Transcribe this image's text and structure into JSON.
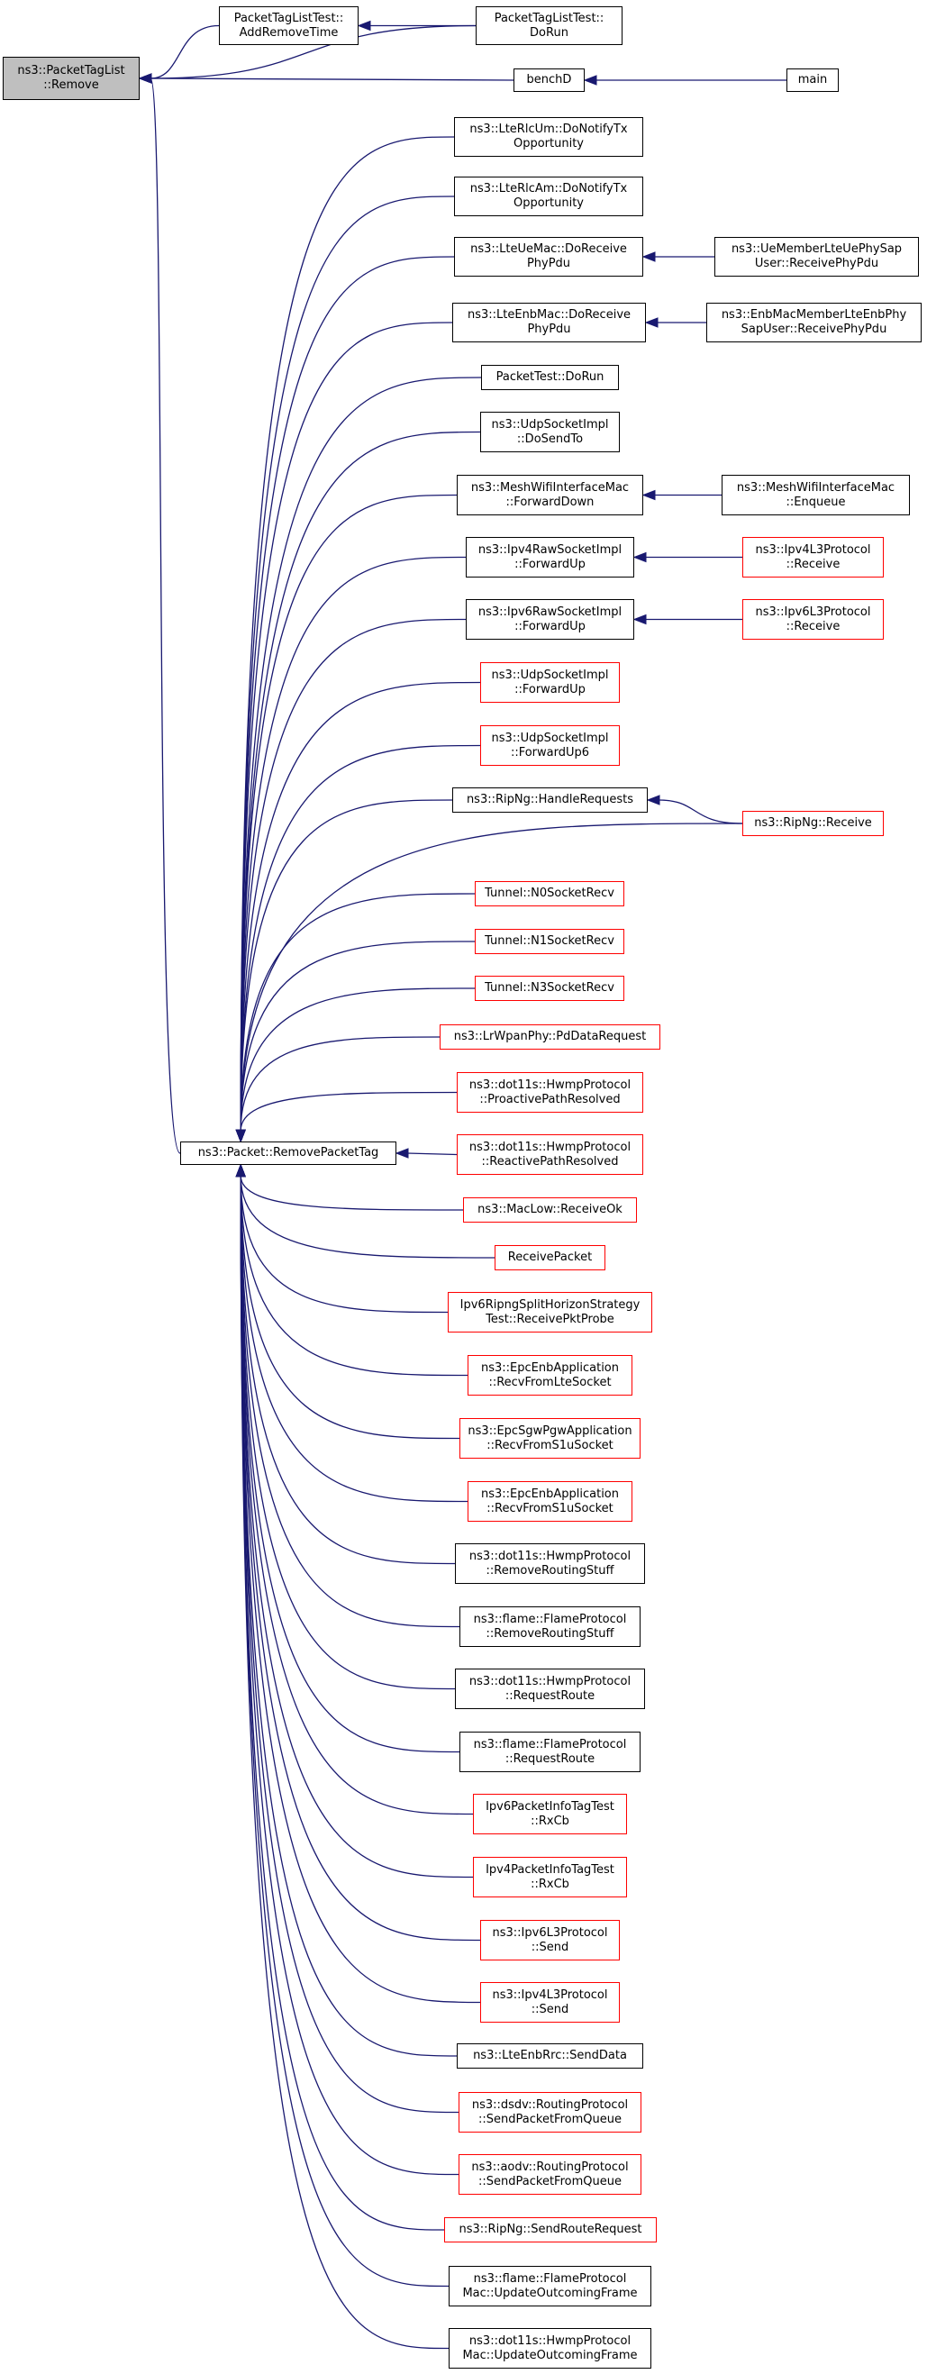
{
  "graph_title": "",
  "colors": {
    "edge": "#191970",
    "border_default": "#000000",
    "border_incomplete": "#ff0000",
    "root_fill": "#bfbfbf"
  },
  "nodes": {
    "root": "ns3::PacketTagList\n::Remove",
    "addRemoveTime": "PacketTagListTest::\nAddRemoveTime",
    "tagListDoRun": "PacketTagListTest::\nDoRun",
    "benchD": "benchD",
    "main": "main",
    "removePacketTag": "ns3::Packet::RemovePacketTag",
    "rlcUm": "ns3::LteRlcUm::DoNotifyTx\nOpportunity",
    "rlcAm": "ns3::LteRlcAm::DoNotifyTx\nOpportunity",
    "ueMacRecv": "ns3::LteUeMac::DoReceive\nPhyPdu",
    "ueMember": "ns3::UeMemberLteUePhySap\nUser::ReceivePhyPdu",
    "enbMacRecv": "ns3::LteEnbMac::DoReceive\nPhyPdu",
    "enbMember": "ns3::EnbMacMemberLteEnbPhy\nSapUser::ReceivePhyPdu",
    "packetTestDoRun": "PacketTest::DoRun",
    "udpDoSendTo": "ns3::UdpSocketImpl\n::DoSendTo",
    "meshForwardDown": "ns3::MeshWifiInterfaceMac\n::ForwardDown",
    "meshEnqueue": "ns3::MeshWifiInterfaceMac\n::Enqueue",
    "ipv4RawFwd": "ns3::Ipv4RawSocketImpl\n::ForwardUp",
    "ipv4L3Recv": "ns3::Ipv4L3Protocol\n::Receive",
    "ipv6RawFwd": "ns3::Ipv6RawSocketImpl\n::ForwardUp",
    "ipv6L3Recv": "ns3::Ipv6L3Protocol\n::Receive",
    "udpFwdUp": "ns3::UdpSocketImpl\n::ForwardUp",
    "udpFwdUp6": "ns3::UdpSocketImpl\n::ForwardUp6",
    "ripHandle": "ns3::RipNg::HandleRequests",
    "ripRecv": "ns3::RipNg::Receive",
    "tun0": "Tunnel::N0SocketRecv",
    "tun1": "Tunnel::N1SocketRecv",
    "tun3": "Tunnel::N3SocketRecv",
    "lrwpan": "ns3::LrWpanPhy::PdDataRequest",
    "hwmpProactive": "ns3::dot11s::HwmpProtocol\n::ProactivePathResolved",
    "hwmpReactive": "ns3::dot11s::HwmpProtocol\n::ReactivePathResolved",
    "macLow": "ns3::MacLow::ReceiveOk",
    "receivePacket": "ReceivePacket",
    "ripngSplit": "Ipv6RipngSplitHorizonStrategy\nTest::ReceivePktProbe",
    "epcEnbLte": "ns3::EpcEnbApplication\n::RecvFromLteSocket",
    "epcSgw": "ns3::EpcSgwPgwApplication\n::RecvFromS1uSocket",
    "epcEnbS1u": "ns3::EpcEnbApplication\n::RecvFromS1uSocket",
    "hwmpRemove": "ns3::dot11s::HwmpProtocol\n::RemoveRoutingStuff",
    "flameRemove": "ns3::flame::FlameProtocol\n::RemoveRoutingStuff",
    "hwmpRequest": "ns3::dot11s::HwmpProtocol\n::RequestRoute",
    "flameRequest": "ns3::flame::FlameProtocol\n::RequestRoute",
    "ipv6Info": "Ipv6PacketInfoTagTest\n::RxCb",
    "ipv4Info": "Ipv4PacketInfoTagTest\n::RxCb",
    "ipv6Send": "ns3::Ipv6L3Protocol\n::Send",
    "ipv4Send": "ns3::Ipv4L3Protocol\n::Send",
    "enbRrc": "ns3::LteEnbRrc::SendData",
    "dsdv": "ns3::dsdv::RoutingProtocol\n::SendPacketFromQueue",
    "aodv": "ns3::aodv::RoutingProtocol\n::SendPacketFromQueue",
    "ripSendRoute": "ns3::RipNg::SendRouteRequest",
    "flameMac": "ns3::flame::FlameProtocol\nMac::UpdateOutcomingFrame",
    "hwmpMac": "ns3::dot11s::HwmpProtocol\nMac::UpdateOutcomingFrame"
  },
  "edges": [
    [
      "addRemoveTime",
      "root"
    ],
    [
      "tagListDoRun",
      "addRemoveTime"
    ],
    [
      "tagListDoRun",
      "root"
    ],
    [
      "benchD",
      "root"
    ],
    [
      "main",
      "benchD"
    ],
    [
      "removePacketTag",
      "root"
    ],
    [
      "ueMember",
      "ueMacRecv"
    ],
    [
      "enbMember",
      "enbMacRecv"
    ],
    [
      "meshEnqueue",
      "meshForwardDown"
    ],
    [
      "ipv4L3Recv",
      "ipv4RawFwd"
    ],
    [
      "ipv6L3Recv",
      "ipv6RawFwd"
    ],
    [
      "ripRecv",
      "ripHandle"
    ],
    [
      "ripRecv",
      "removePacketTag"
    ],
    [
      "rlcUm",
      "removePacketTag"
    ],
    [
      "rlcAm",
      "removePacketTag"
    ],
    [
      "ueMacRecv",
      "removePacketTag"
    ],
    [
      "enbMacRecv",
      "removePacketTag"
    ],
    [
      "packetTestDoRun",
      "removePacketTag"
    ],
    [
      "udpDoSendTo",
      "removePacketTag"
    ],
    [
      "meshForwardDown",
      "removePacketTag"
    ],
    [
      "ipv4RawFwd",
      "removePacketTag"
    ],
    [
      "ipv6RawFwd",
      "removePacketTag"
    ],
    [
      "udpFwdUp",
      "removePacketTag"
    ],
    [
      "udpFwdUp6",
      "removePacketTag"
    ],
    [
      "ripHandle",
      "removePacketTag"
    ],
    [
      "tun0",
      "removePacketTag"
    ],
    [
      "tun1",
      "removePacketTag"
    ],
    [
      "tun3",
      "removePacketTag"
    ],
    [
      "lrwpan",
      "removePacketTag"
    ],
    [
      "hwmpProactive",
      "removePacketTag"
    ],
    [
      "hwmpReactive",
      "removePacketTag"
    ],
    [
      "macLow",
      "removePacketTag"
    ],
    [
      "receivePacket",
      "removePacketTag"
    ],
    [
      "ripngSplit",
      "removePacketTag"
    ],
    [
      "epcEnbLte",
      "removePacketTag"
    ],
    [
      "epcSgw",
      "removePacketTag"
    ],
    [
      "epcEnbS1u",
      "removePacketTag"
    ],
    [
      "hwmpRemove",
      "removePacketTag"
    ],
    [
      "flameRemove",
      "removePacketTag"
    ],
    [
      "hwmpRequest",
      "removePacketTag"
    ],
    [
      "flameRequest",
      "removePacketTag"
    ],
    [
      "ipv6Info",
      "removePacketTag"
    ],
    [
      "ipv4Info",
      "removePacketTag"
    ],
    [
      "ipv6Send",
      "removePacketTag"
    ],
    [
      "ipv4Send",
      "removePacketTag"
    ],
    [
      "enbRrc",
      "removePacketTag"
    ],
    [
      "dsdv",
      "removePacketTag"
    ],
    [
      "aodv",
      "removePacketTag"
    ],
    [
      "ripSendRoute",
      "removePacketTag"
    ],
    [
      "flameMac",
      "removePacketTag"
    ],
    [
      "hwmpMac",
      "removePacketTag"
    ]
  ]
}
